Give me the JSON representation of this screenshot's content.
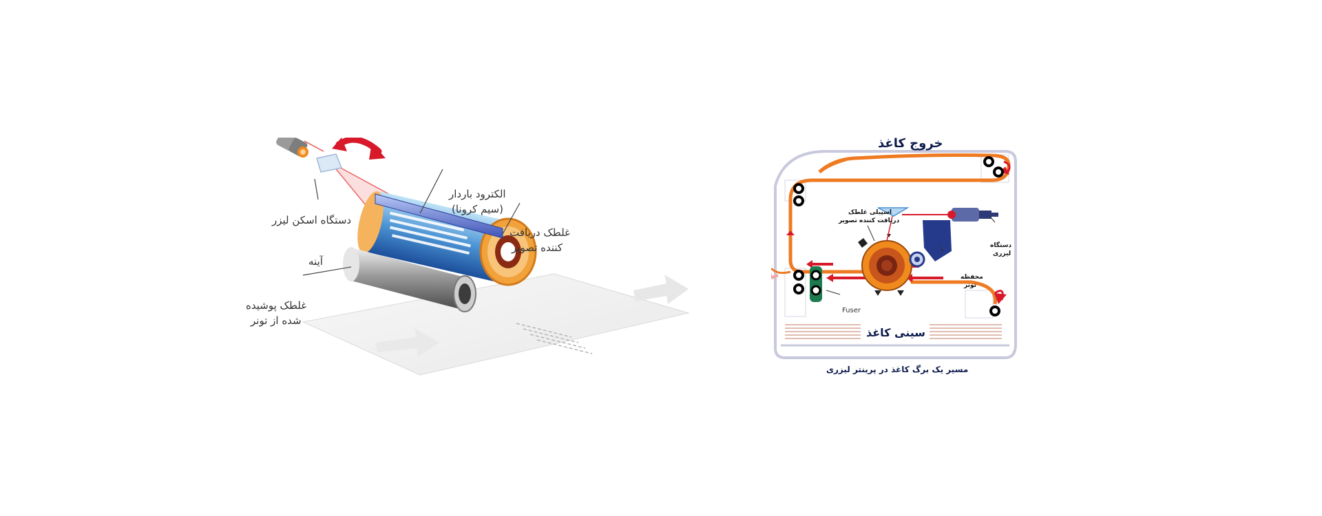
{
  "drum_diagram": {
    "labels": {
      "laser_scanner": "دستگاه اسکن لیزر",
      "mirror": "آینه",
      "corona_wire_line1": "الکترود باردار",
      "corona_wire_line2": "(سیم کرونا)",
      "drum_line1": "غلطک دریافت",
      "drum_line2": "کننده تصویر",
      "toner_roller_line1": "غلطک پوشیده",
      "toner_roller_line2": "شده از تونر"
    }
  },
  "paper_path_diagram": {
    "labels": {
      "paper_exit": "خروج کاغذ",
      "drum_cleaner_line1": "اسپیلی غلطک",
      "drum_cleaner_line2": "دریافت کننده تصویر",
      "laser_unit_line1": "دستگاه",
      "laser_unit_line2": "لیزری",
      "toner_box_line1": "محفظه",
      "toner_box_line2": "تونر",
      "fuser": "Fuser",
      "paper_tray": "سینی کاغذ",
      "caption": "مسیر یک برگ کاغذ در پرینتر لیزری"
    },
    "colors": {
      "paper_path": "#ee7a22",
      "arrows": "#d7192a",
      "frame": "#c9c9dd",
      "fuser": "#1c7a4e"
    }
  }
}
